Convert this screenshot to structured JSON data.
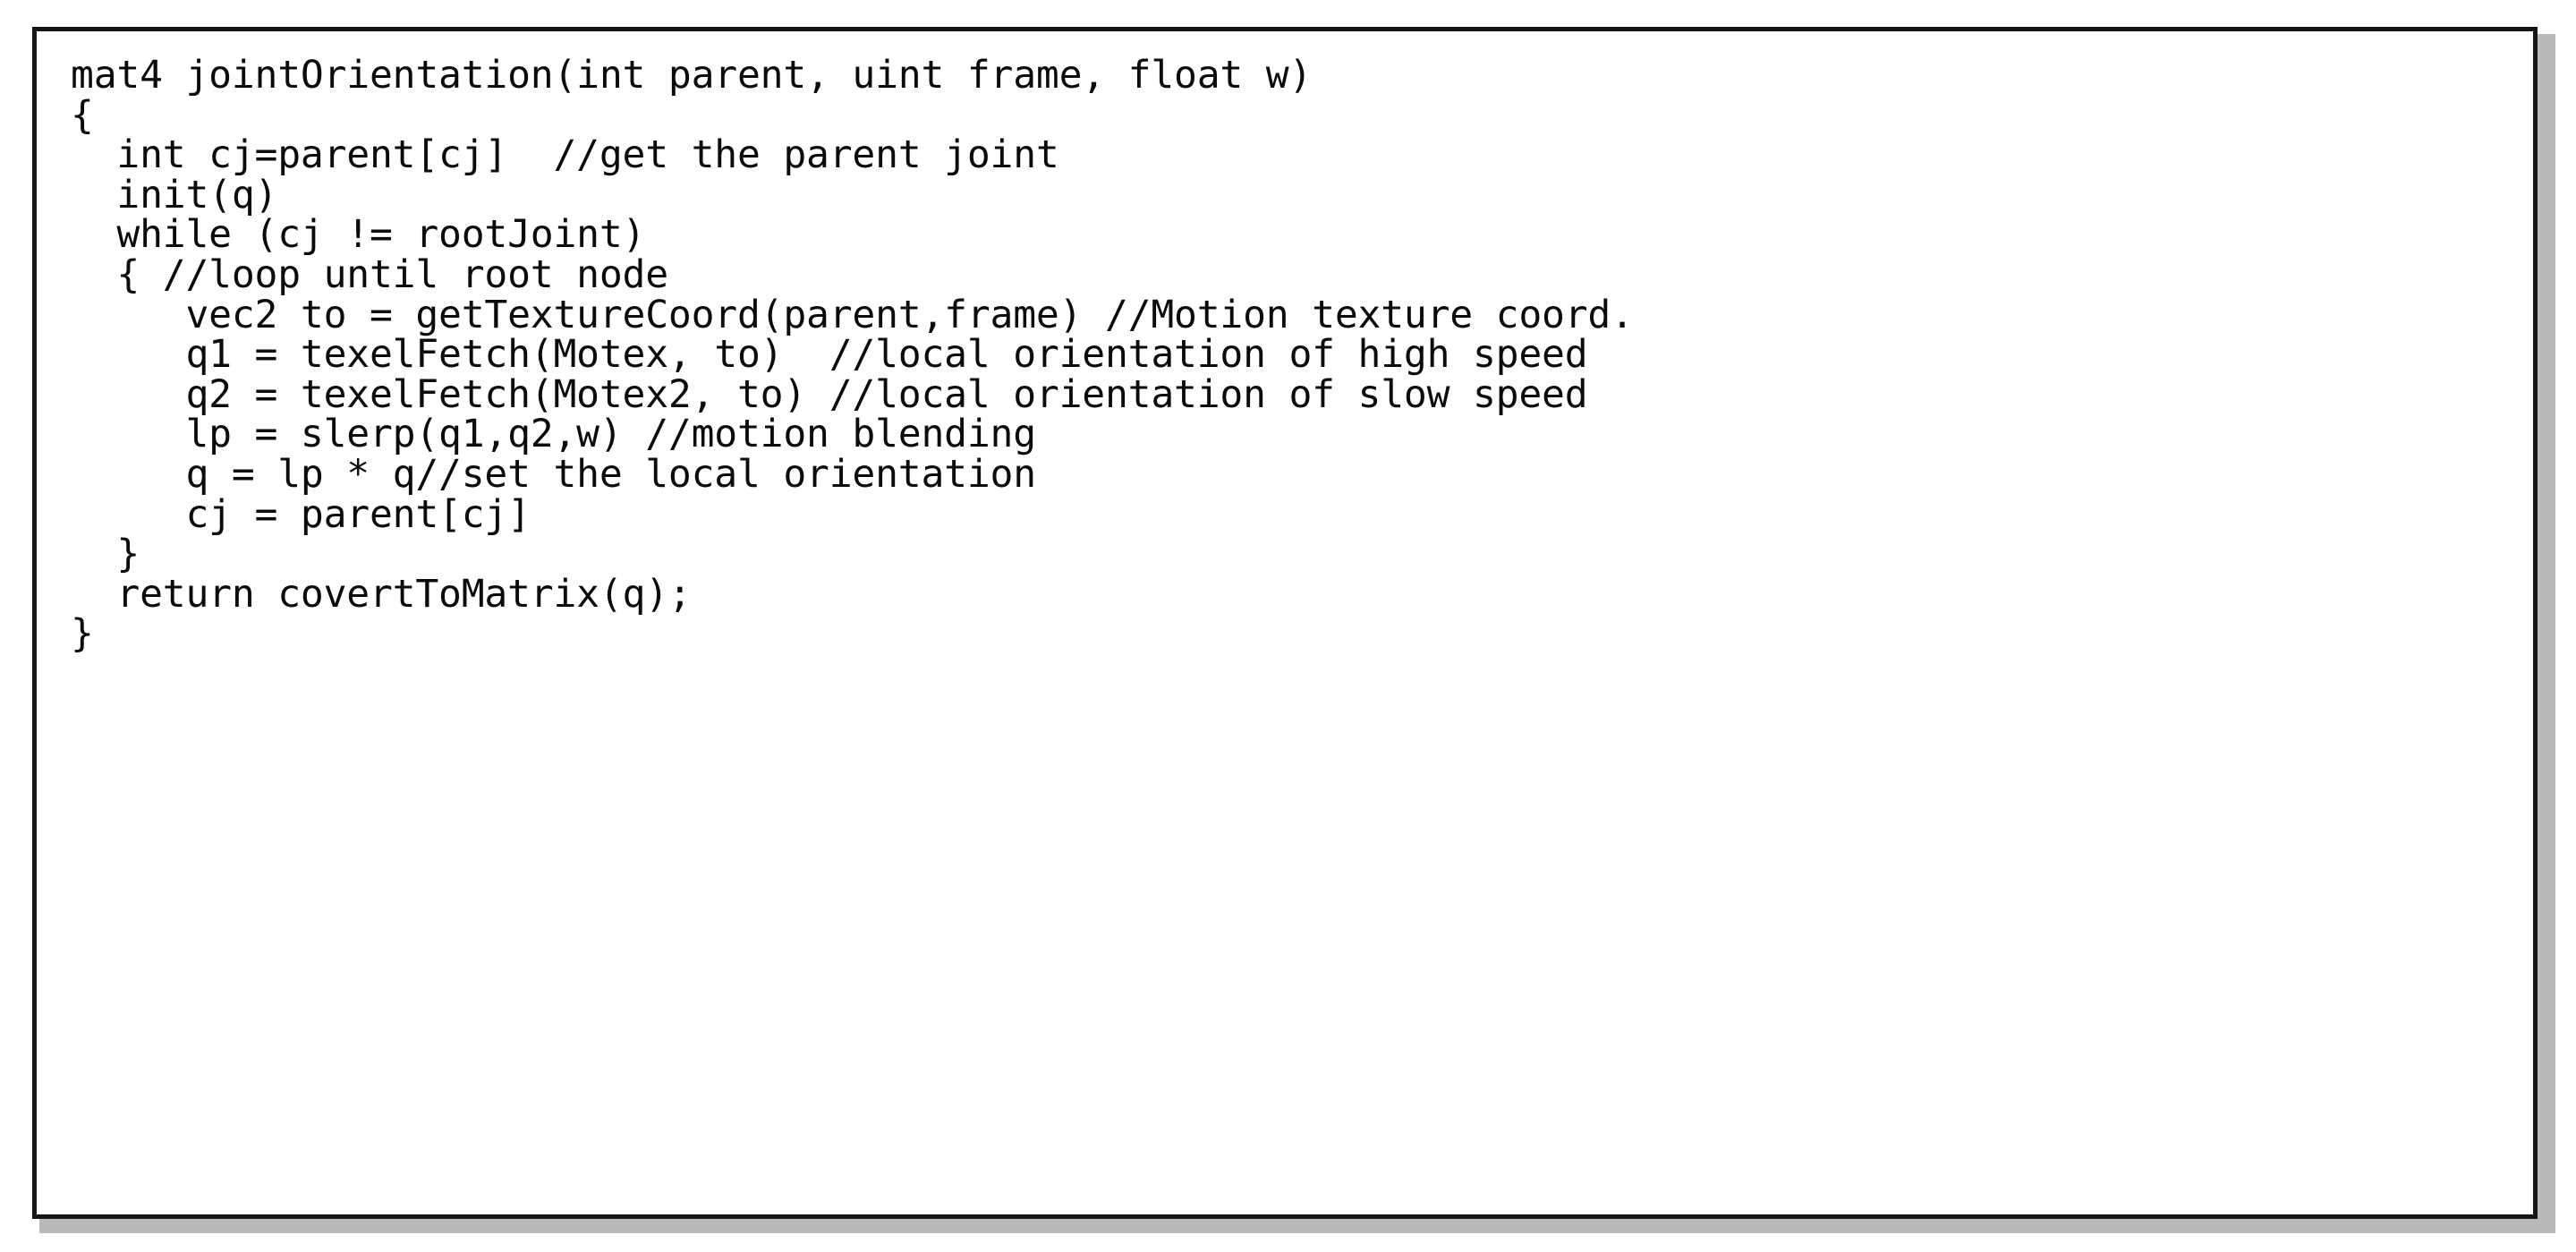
{
  "figure": {
    "kind": "code-listing",
    "language": "GLSL-pseudocode",
    "border_color": "#151515",
    "background_color": "#ffffff",
    "text_color": "#0b0b0b",
    "shadow_color": "#b9b9b9"
  },
  "code": {
    "lines": [
      "mat4 jointOrientation(int parent, uint frame, float w)",
      "{",
      "  int cj=parent[cj]  //get the parent joint",
      "  init(q)",
      "  while (cj != rootJoint)",
      "  { //loop until root node",
      "     vec2 to = getTextureCoord(parent,frame) //Motion texture coord.",
      "     q1 = texelFetch(Motex, to)  //local orientation of high speed",
      "     q2 = texelFetch(Motex2, to) //local orientation of slow speed",
      "     lp = slerp(q1,q2,w) //motion blending",
      "     q = lp * q//set the local orientation",
      "     cj = parent[cj]",
      "  }",
      "  return covertToMatrix(q);",
      "}"
    ]
  }
}
